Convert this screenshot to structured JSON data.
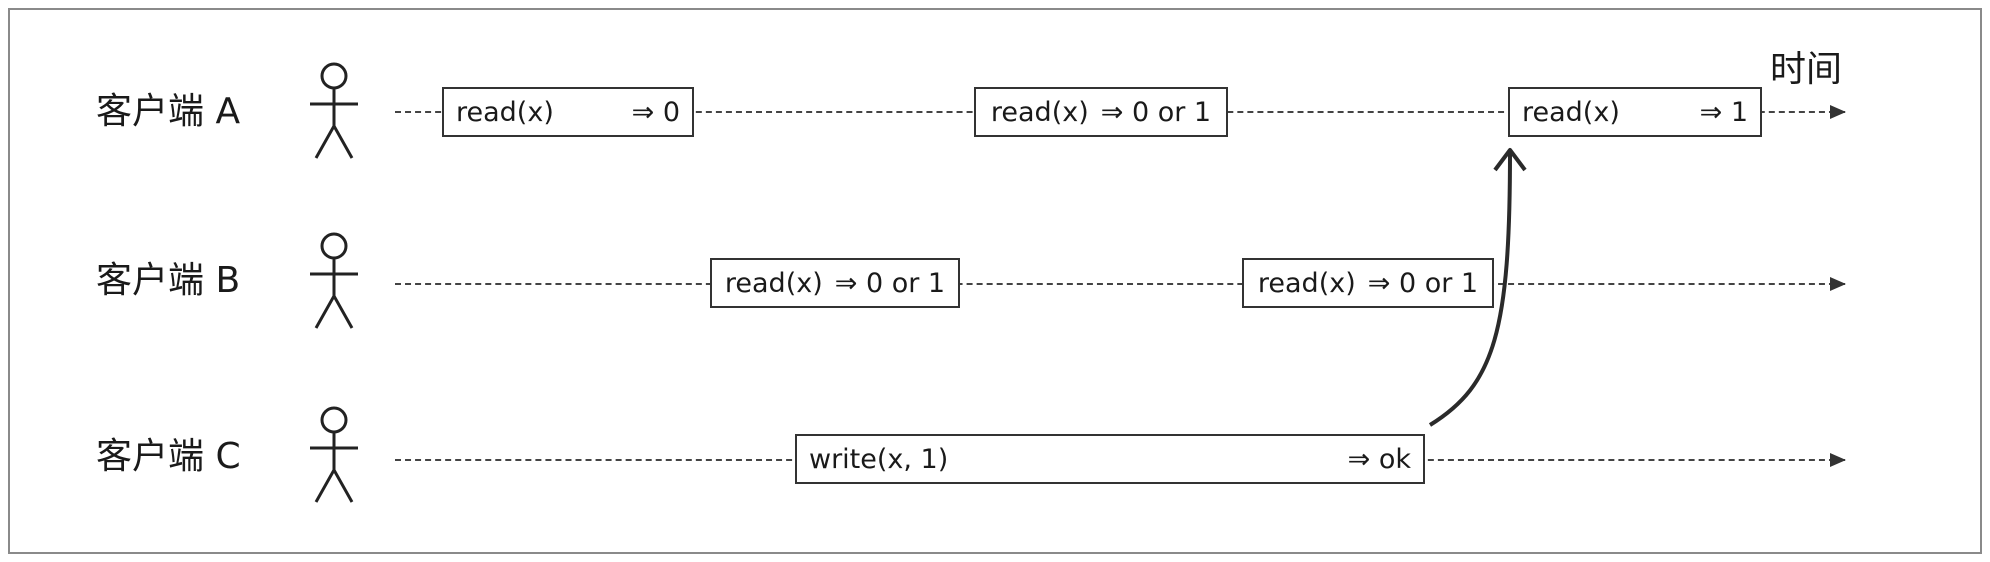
{
  "time_label": "时间",
  "clients": [
    {
      "label": "客户端 A",
      "ops": [
        {
          "op": "read(x)",
          "result": "⇒ 0"
        },
        {
          "op": "read(x)",
          "result": "⇒ 0 or 1"
        },
        {
          "op": "read(x)",
          "result": "⇒ 1"
        }
      ]
    },
    {
      "label": "客户端 B",
      "ops": [
        {
          "op": "read(x)",
          "result": "⇒ 0 or 1"
        },
        {
          "op": "read(x)",
          "result": "⇒ 0 or 1"
        }
      ]
    },
    {
      "label": "客户端 C",
      "ops": [
        {
          "op": "write(x, 1)",
          "result": "⇒ ok"
        }
      ]
    }
  ]
}
